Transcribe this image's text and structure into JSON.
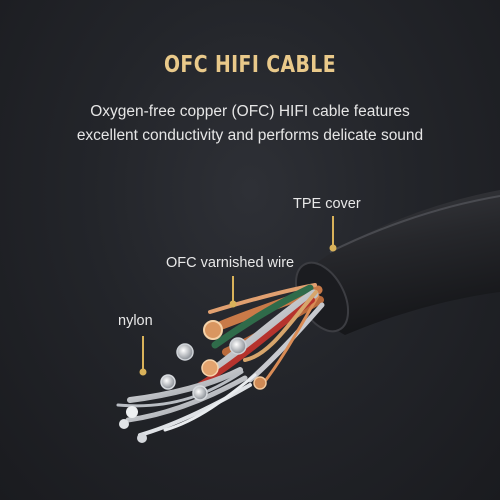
{
  "header": {
    "title": "OFC HIFI CABLE",
    "description_line1": "Oxygen-free copper (OFC) HIFI cable features",
    "description_line2": "excellent conductivity and performs delicate sound"
  },
  "labels": {
    "tpe_cover": "TPE cover",
    "ofc_wire": "OFC varnished wire",
    "nylon": "nylon"
  },
  "colors": {
    "title_gold": "#e9c98a",
    "background": "#23252a",
    "cable_jacket": "#2b2c30",
    "copper": "#d88a55",
    "gold_leader": "#d9b25a"
  }
}
